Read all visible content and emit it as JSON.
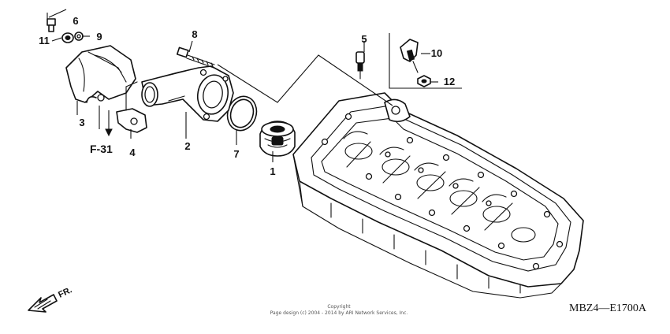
{
  "callouts": {
    "p1": "1",
    "p2": "2",
    "p3": "3",
    "p4": "4",
    "p5": "5",
    "p6": "6",
    "p7": "7",
    "p8": "8",
    "p9": "9",
    "p10": "10",
    "p11": "11",
    "p12": "12"
  },
  "reference": "F-31",
  "direction": "FR.",
  "diagram_code": "MBZ4—E1700A",
  "copyright": {
    "line1": "Copyright",
    "line2": "Page design (c) 2004 - 2014 by ARI Network Services, Inc."
  }
}
